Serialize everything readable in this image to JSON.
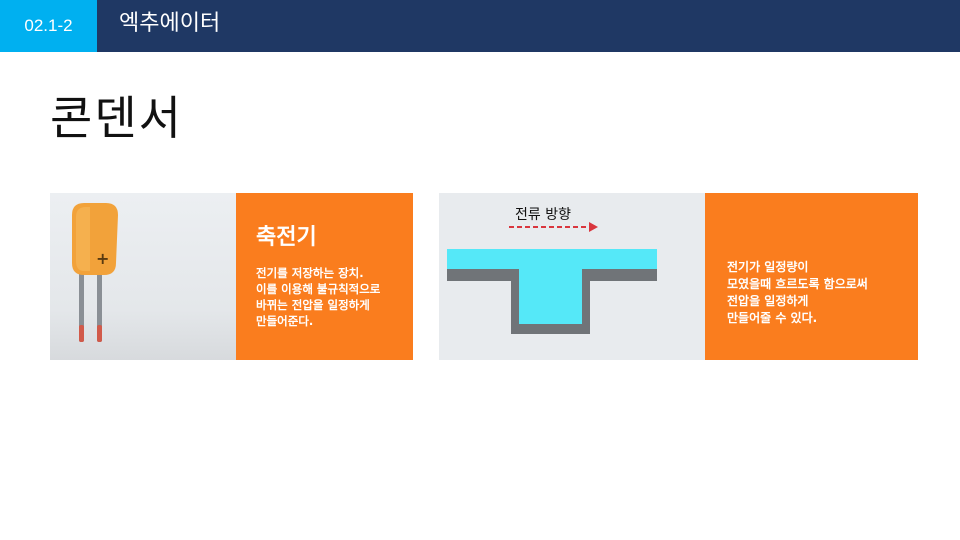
{
  "header": {
    "section_number": "02.1-2",
    "section_title": "엑추에이터"
  },
  "page": {
    "title": "콘덴서"
  },
  "left_card": {
    "title": "축전기",
    "description": "전기를 저장하는 장치.\n이를 이용해 불규칙적으로\n바뀌는 전압을 일정하게\n만들어준다.",
    "capacitor_mark": "+"
  },
  "right_card": {
    "flow_label": "전류 방향",
    "description": "전기가 일정량이\n모였을때 흐르도록 함으로써\n전압을 일정하게\n만들어줄 수 있다."
  },
  "colors": {
    "header_bg": "#1f3864",
    "section_badge": "#00b0f0",
    "orange": "#fa7d1e",
    "water": "#55e8f8"
  }
}
